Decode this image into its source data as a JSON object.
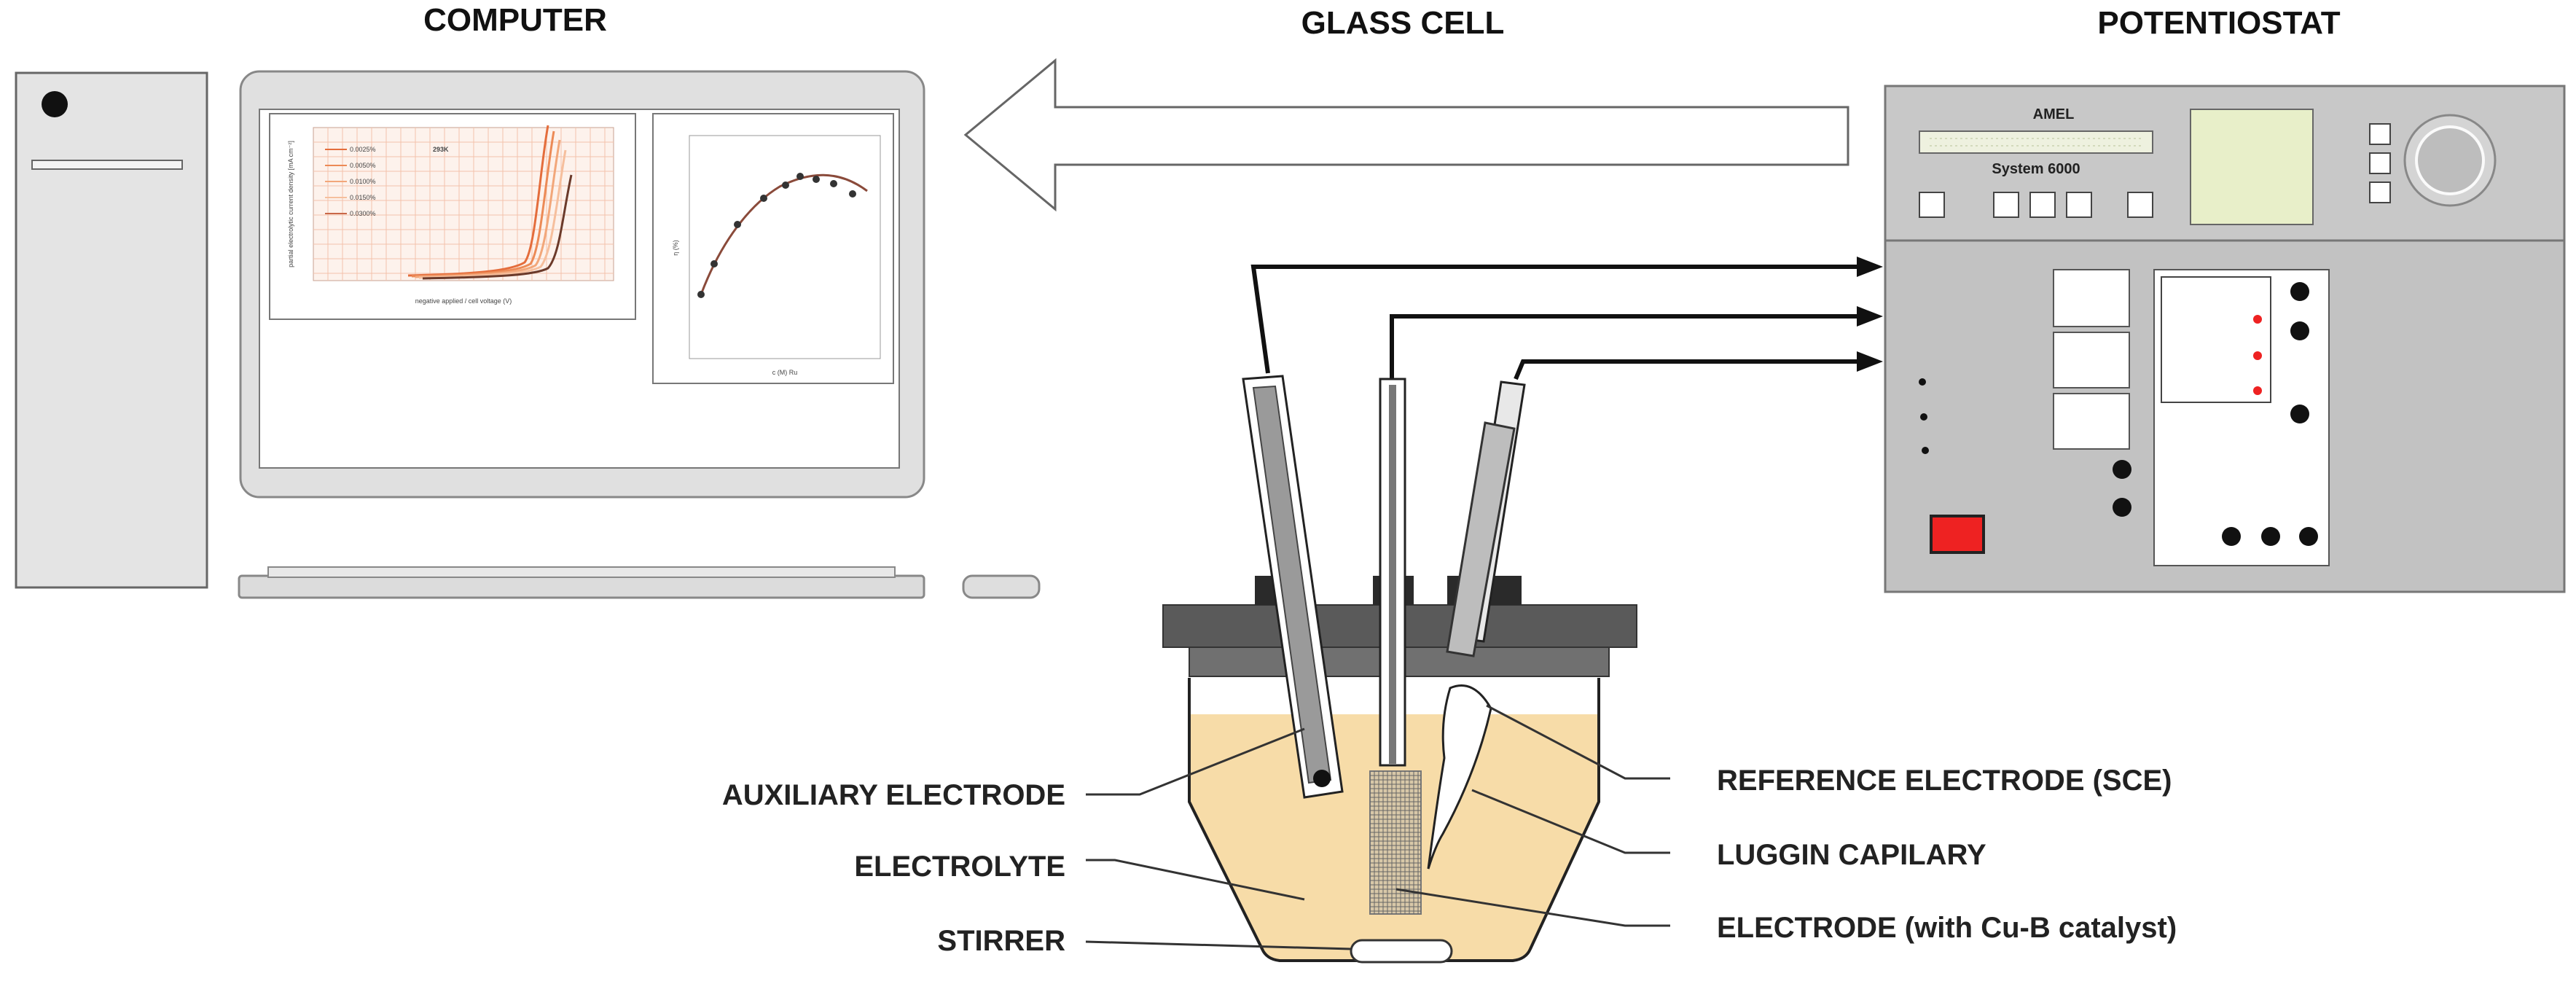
{
  "titles": {
    "computer": "COMPUTER",
    "glass_cell": "GLASS CELL",
    "potentiostat": "POTENTIOSTAT"
  },
  "potentiostat": {
    "brand": "AMEL",
    "model": "System 6000"
  },
  "screen": {
    "left_plot_tag": "293K",
    "left_legend": [
      "0.0025%",
      "0.0050%",
      "0.0100%",
      "0.0150%",
      "0.0300%"
    ],
    "left_xlabel": "negative applied / cell voltage (V)",
    "left_ylabel": "partial electrolytic current density [mA cm⁻²]",
    "right_xlabel": "c (M) Ru",
    "right_ylabel": "η (%)"
  },
  "callouts": {
    "auxiliary_electrode": "AUXILIARY ELECTRODE",
    "electrolyte": "ELECTROLYTE",
    "stirrer": "STIRRER",
    "reference_electrode": "REFERENCE ELECTRODE (SCE)",
    "luggin_capilary": "LUGGIN CAPILARY",
    "electrode_catalyst": "ELECTRODE (with Cu-B catalyst)"
  },
  "colors": {
    "electrolyte": "#f7dca8",
    "panel_gray": "#d2d2d2",
    "device_gray": "#bdbdbd",
    "lid_dark": "#5a5a5a",
    "power_red": "#ee2222",
    "display_yellow": "#e8efc9",
    "curve_orange": "#e46d3c"
  }
}
